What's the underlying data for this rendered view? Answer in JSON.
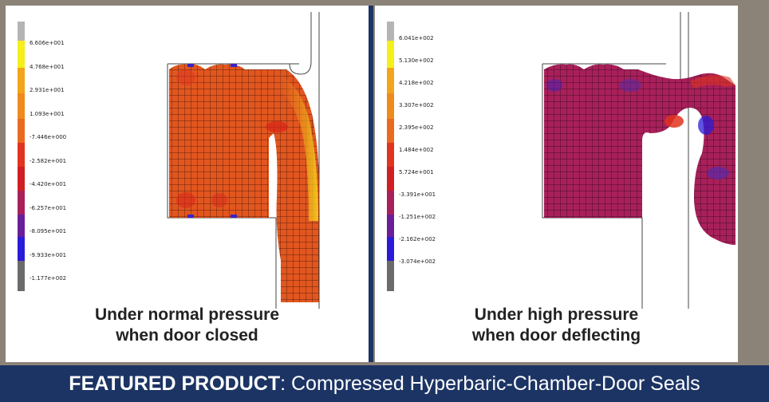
{
  "panels": [
    {
      "caption_line1": "Under normal pressure",
      "caption_line2": "when door closed",
      "legend": [
        "6.606e+001",
        "4.768e+001",
        "2.931e+001",
        "1.093e+001",
        "-7.446e+000",
        "-2.582e+001",
        "-4.420e+001",
        "-6.257e+001",
        "-8.095e+001",
        "-9.933e+001",
        "-1.177e+002"
      ]
    },
    {
      "caption_line1": "Under high pressure",
      "caption_line2": "when door deflecting",
      "legend": [
        "6.041e+002",
        "5.130e+002",
        "4.218e+002",
        "3.307e+002",
        "2.395e+002",
        "1.484e+002",
        "5.724e+001",
        "-3.391e+001",
        "-1.251e+002",
        "-2.162e+002",
        "-3.074e+002"
      ]
    }
  ],
  "banner": {
    "title": "FEATURED PRODUCT",
    "text": ": Compressed Hyperbaric-Chamber-Door Seals"
  },
  "colors": {
    "frame": "#8c8378",
    "banner": "#1c3464",
    "mesh_normal": "#e2561f",
    "mesh_high": "#a8205a"
  }
}
